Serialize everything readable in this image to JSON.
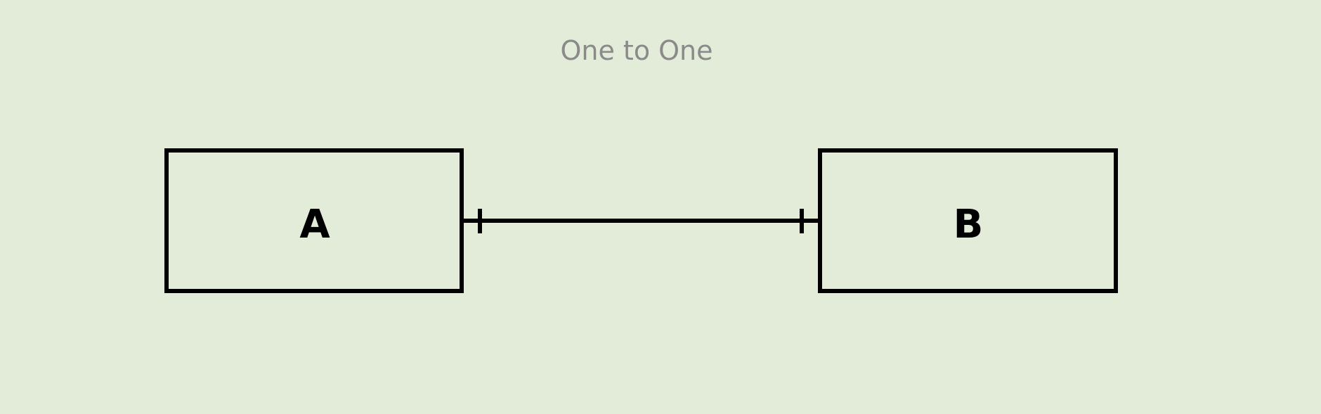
{
  "title": "One to One",
  "entities": {
    "a": {
      "label": "A"
    },
    "b": {
      "label": "B"
    }
  },
  "relationship": {
    "left_cardinality": "one",
    "right_cardinality": "one"
  },
  "colors": {
    "background": "#e2ecd8",
    "stroke": "#000000",
    "title": "#8a8a8a"
  }
}
